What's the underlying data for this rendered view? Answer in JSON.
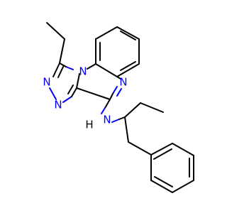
{
  "molecule": {
    "atoms": {
      "n_bridge": {
        "text": "N"
      },
      "n_triazole_1": {
        "text": "N"
      },
      "n_triazole_2": {
        "text": "N"
      },
      "n_ring": {
        "text": "N"
      },
      "n_amine": {
        "text": "N"
      },
      "h_amine": {
        "text": "H"
      }
    }
  },
  "colors": {
    "carbon_bond": "#000000",
    "nitrogen": "#0000ff",
    "background": "#ffffff"
  }
}
